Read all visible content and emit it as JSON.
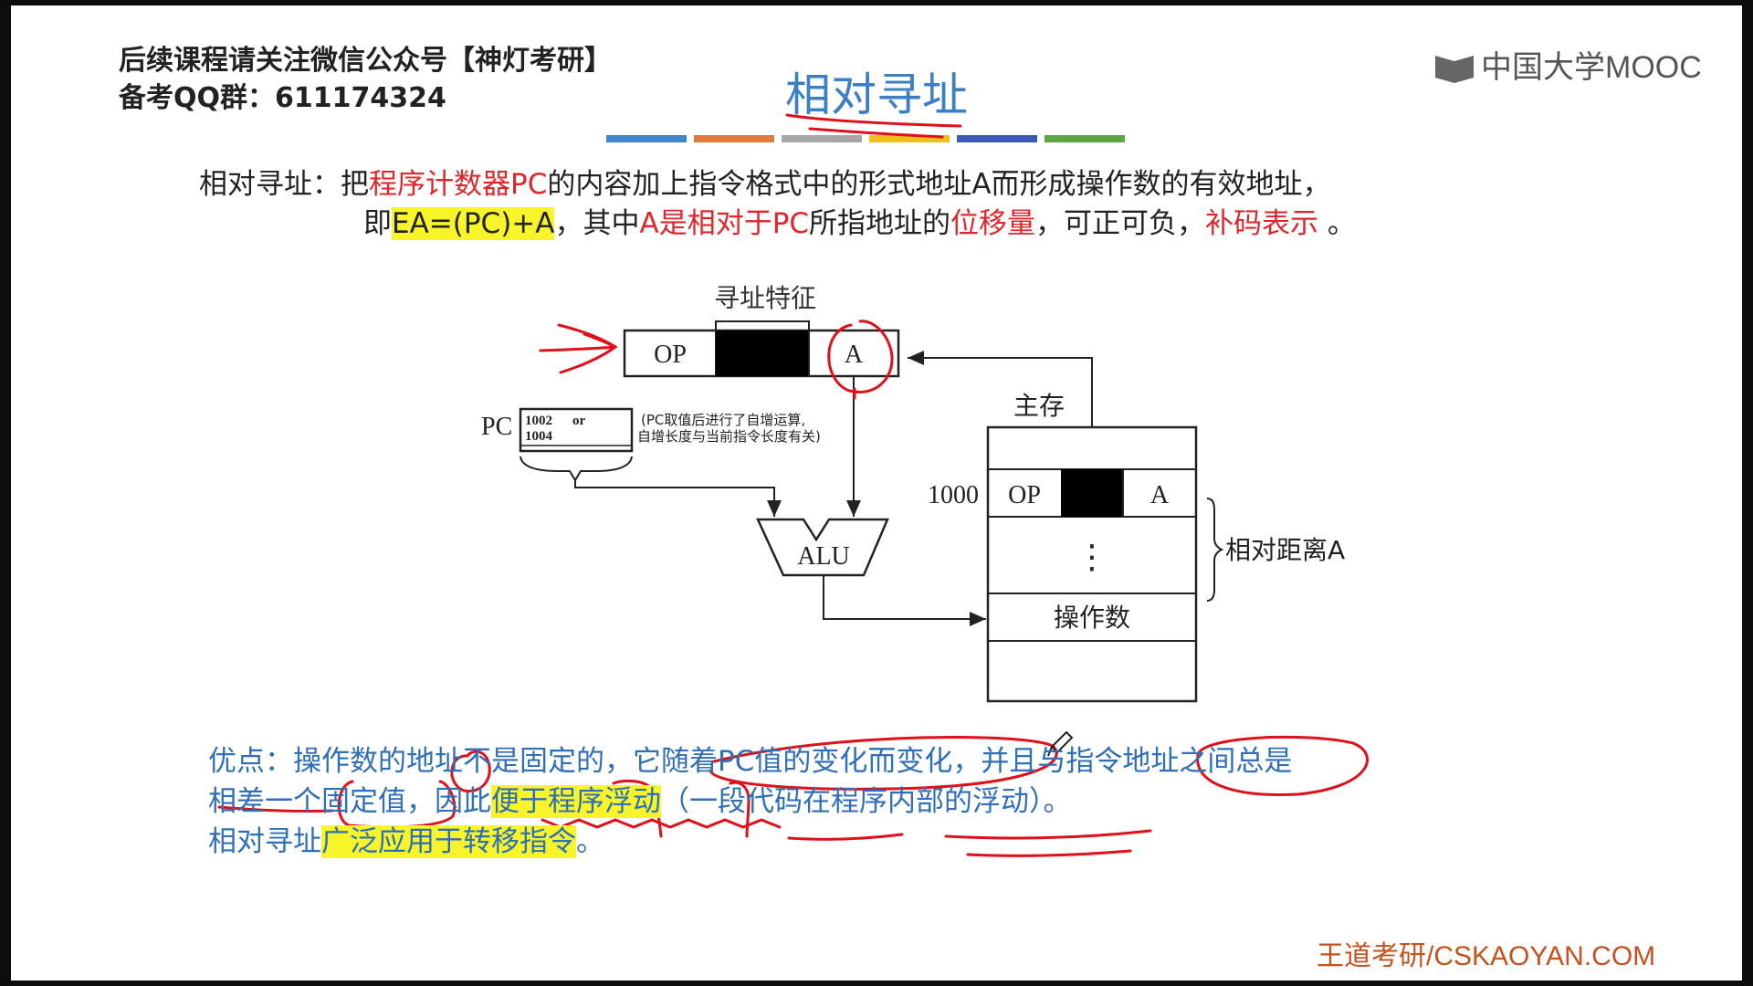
{
  "watermark": {
    "line1": "后续课程请关注微信公众号【神灯考研】",
    "line2": "备考QQ群：611174324"
  },
  "title": "相对寻址",
  "brand": "中国大学MOOC",
  "color_bar_colors": [
    "#3f86cf",
    "#e07b39",
    "#a6a6a6",
    "#f2be1a",
    "#3b59b5",
    "#5da540"
  ],
  "definition": {
    "label": "相对寻址：",
    "l1_a": "把",
    "l1_b": "程序计数器PC",
    "l1_c": "的内容加上指令格式中的形式地址A而形成操作数的有效地址，",
    "l2_a": "即",
    "l2_b": "EA=(PC)+A",
    "l2_c": "，其中",
    "l2_d": "A是相对于PC",
    "l2_e": "所指地址的",
    "l2_f": "位移量",
    "l2_g": "，可正可负，",
    "l2_h": "补码表示",
    "l2_i": " 。"
  },
  "diagram": {
    "feature_label": "寻址特征",
    "op": "OP",
    "a": "A",
    "pc_label": "PC",
    "pc_val1": "1002",
    "pc_or": "or",
    "pc_val2": "1004",
    "pc_note1": "(PC取值后进行了自增运算,",
    "pc_note2": "自增长度与当前指令长度有关)",
    "alu": "ALU",
    "mem_label": "主存",
    "addr": "1000",
    "mem_op": "OP",
    "mem_a": "A",
    "dots": "⋮",
    "operand": "操作数",
    "distance": "相对距离A"
  },
  "advantages": {
    "p1": "优点：操作数的地址不是固定的，它随着PC值的变化而变化，并且与指令地址之间总是",
    "p2a": "相差一个固定值，因此",
    "p2b": "便于程序浮动",
    "p2c": "（一段代码在程序内部的浮动）。",
    "p3a": "相对寻址",
    "p3b": "广泛应用于转移指令",
    "p3c": "。"
  },
  "footer": "王道考研/CSKAOYAN.COM"
}
